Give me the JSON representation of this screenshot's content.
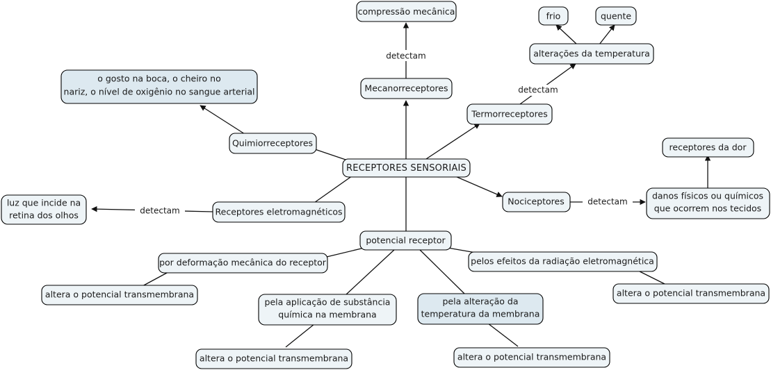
{
  "diagram": {
    "title": "RECEPTORES SENSORIAIS",
    "type": "concept-map",
    "language": "pt-BR",
    "colors": {
      "node_fill_light": "#eef4f7",
      "node_fill_blue": "#dde9f0",
      "node_stroke": "#000000",
      "edge": "#111111",
      "text": "#1a1a1a",
      "background": "#ffffff"
    }
  },
  "nodes": {
    "compressao_mecanica": {
      "label": "compressão mecânica",
      "fill": "light"
    },
    "frio": {
      "label": "frio",
      "fill": "light"
    },
    "quente": {
      "label": "quente",
      "fill": "light"
    },
    "alteracoes_temperatura": {
      "label": "alterações da temperatura",
      "fill": "light"
    },
    "mecanorreceptores": {
      "label": "Mecanorreceptores",
      "fill": "light"
    },
    "termorreceptores": {
      "label": "Termorreceptores",
      "fill": "light"
    },
    "gosto_cheiro": {
      "label_line1": "o gosto na boca, o cheiro no",
      "label_line2": "nariz, o nível de oxigênio no sangue arterial",
      "fill": "blue"
    },
    "quimiorreceptores": {
      "label": "Quimiorreceptores",
      "fill": "light"
    },
    "receptores_sensoriais": {
      "label": "RECEPTORES SENSORIAIS",
      "fill": "light"
    },
    "receptores_da_dor": {
      "label": "receptores da dor",
      "fill": "light"
    },
    "nociceptores": {
      "label": "Nociceptores",
      "fill": "light"
    },
    "danos_fisicos": {
      "label_line1": "danos físicos ou químicos",
      "label_line2": "que ocorrem nos tecidos",
      "fill": "light"
    },
    "luz_retina": {
      "label_line1": "luz que incide na",
      "label_line2": "retina dos olhos",
      "fill": "light"
    },
    "receptores_eletromagneticos": {
      "label": "Receptores eletromagnéticos",
      "fill": "light"
    },
    "potencial_receptor": {
      "label": "potencial receptor",
      "fill": "light"
    },
    "deformacao_mecanica": {
      "label": "por deformação mecânica do receptor",
      "fill": "light"
    },
    "radiacao_eletromagnetica": {
      "label": "pelos efeitos da radiação eletromagnética",
      "fill": "light"
    },
    "altera_1": {
      "label": "altera o potencial transmembrana",
      "fill": "light"
    },
    "aplicacao_substancia": {
      "label_line1": "pela aplicação de substância",
      "label_line2": "química na membrana",
      "fill": "light"
    },
    "alteracao_temperatura_membrana": {
      "label_line1": "pela alteração da",
      "label_line2": "temperatura da membrana",
      "fill": "blue"
    },
    "altera_2": {
      "label": "altera o potencial transmembrana",
      "fill": "light"
    },
    "altera_3": {
      "label": "altera o potencial transmembrana",
      "fill": "light"
    },
    "altera_4": {
      "label": "altera o potencial transmembrana",
      "fill": "light"
    }
  },
  "edge_labels": {
    "mecano_detectam": "detectam",
    "termo_detectam": "detectam",
    "noci_detectam": "detectam",
    "eletro_detectam": "detectam"
  }
}
